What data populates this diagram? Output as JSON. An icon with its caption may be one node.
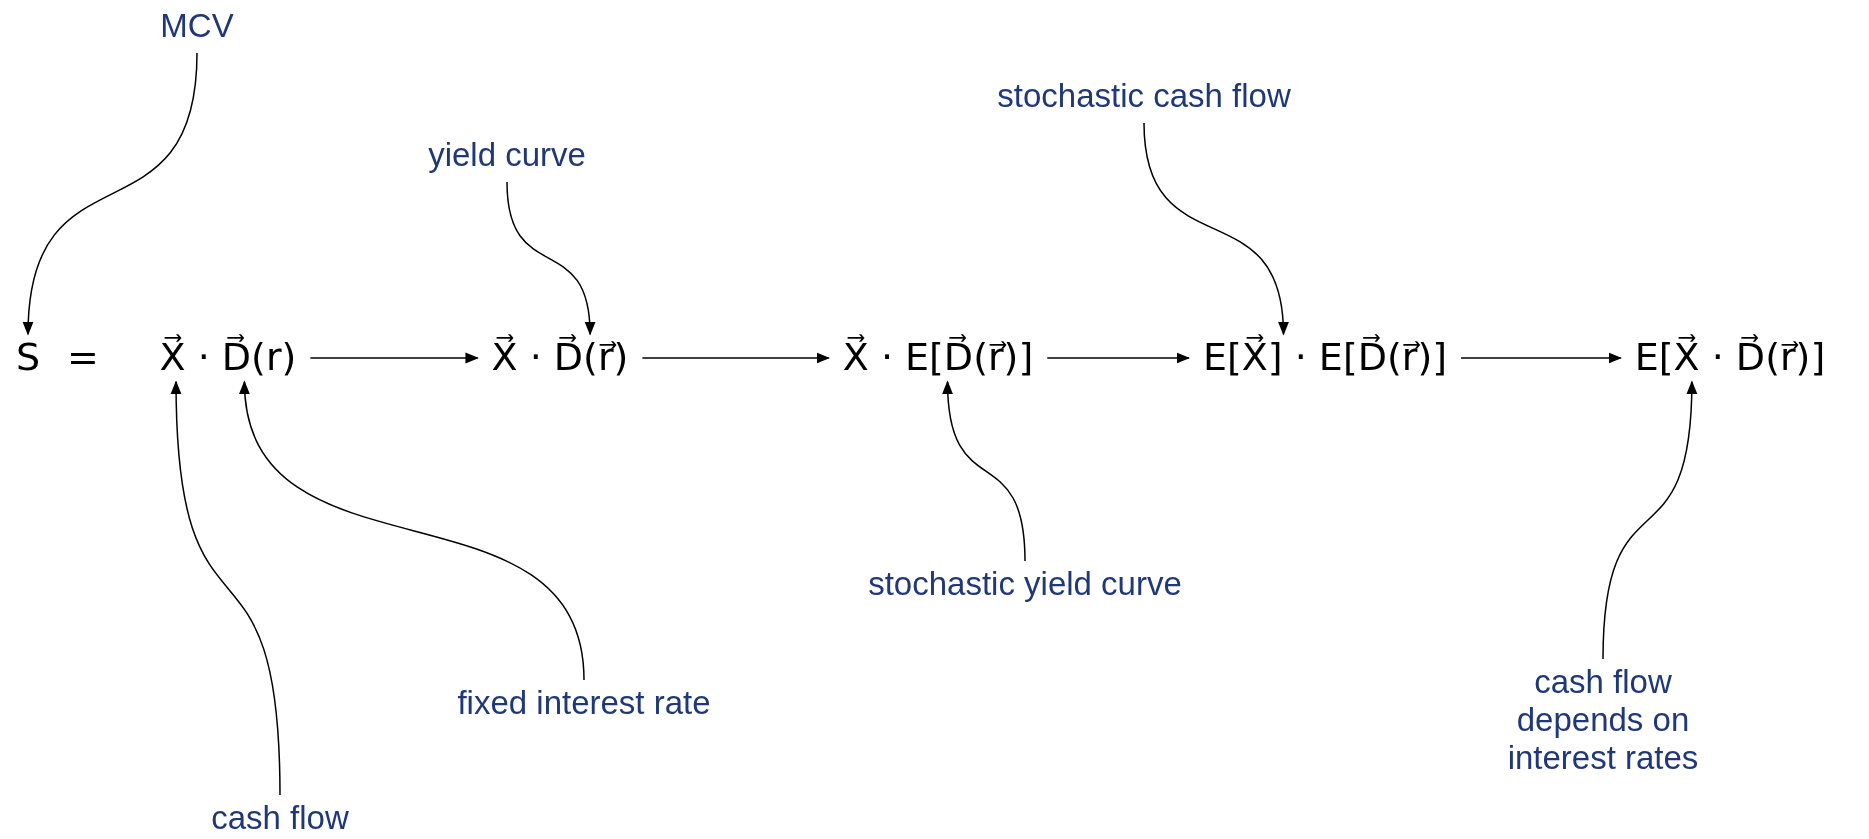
{
  "diagram": {
    "nodes": [
      {
        "text": [
          "MCV"
        ]
      },
      {
        "text": [
          "yield curve"
        ]
      },
      {
        "text": [
          "stochastic cash flow"
        ]
      },
      {
        "text": [
          "S"
        ]
      },
      {
        "text": [
          "X⃗ · D⃗(r)"
        ]
      },
      {
        "text": [
          "X⃗ · D⃗(r⃗)"
        ]
      },
      {
        "text": [
          "X⃗ · E[D⃗(r⃗)]"
        ]
      },
      {
        "text": [
          "E[X⃗] · E[D⃗(r⃗)]"
        ]
      },
      {
        "text": [
          "E[X⃗ · D⃗(r⃗)]"
        ]
      },
      {
        "text": [
          "stochastic yield curve"
        ]
      },
      {
        "text": [
          "fixed interest rate"
        ]
      },
      {
        "text": [
          "cash flow depends on interest rates"
        ]
      },
      {
        "text": [
          "cash flow"
        ]
      }
    ],
    "edges": [
      {
        "from": 0,
        "to": 3,
        "arrow": "to"
      },
      {
        "from": 1,
        "to": 5,
        "arrow": "to"
      },
      {
        "from": 2,
        "to": 7,
        "arrow": "to"
      },
      {
        "from": 12,
        "to": 4,
        "arrow": "to"
      },
      {
        "from": 10,
        "to": 4,
        "arrow": "to"
      },
      {
        "from": 9,
        "to": 6,
        "arrow": "to"
      },
      {
        "from": 11,
        "to": 8,
        "arrow": "to"
      },
      {
        "from": 4,
        "to": 5,
        "arrow": "to"
      },
      {
        "from": 5,
        "to": 6,
        "arrow": "to"
      },
      {
        "from": 6,
        "to": 7,
        "arrow": "to"
      },
      {
        "from": 7,
        "to": 8,
        "arrow": "to"
      }
    ],
    "labels": [
      "="
    ]
  }
}
